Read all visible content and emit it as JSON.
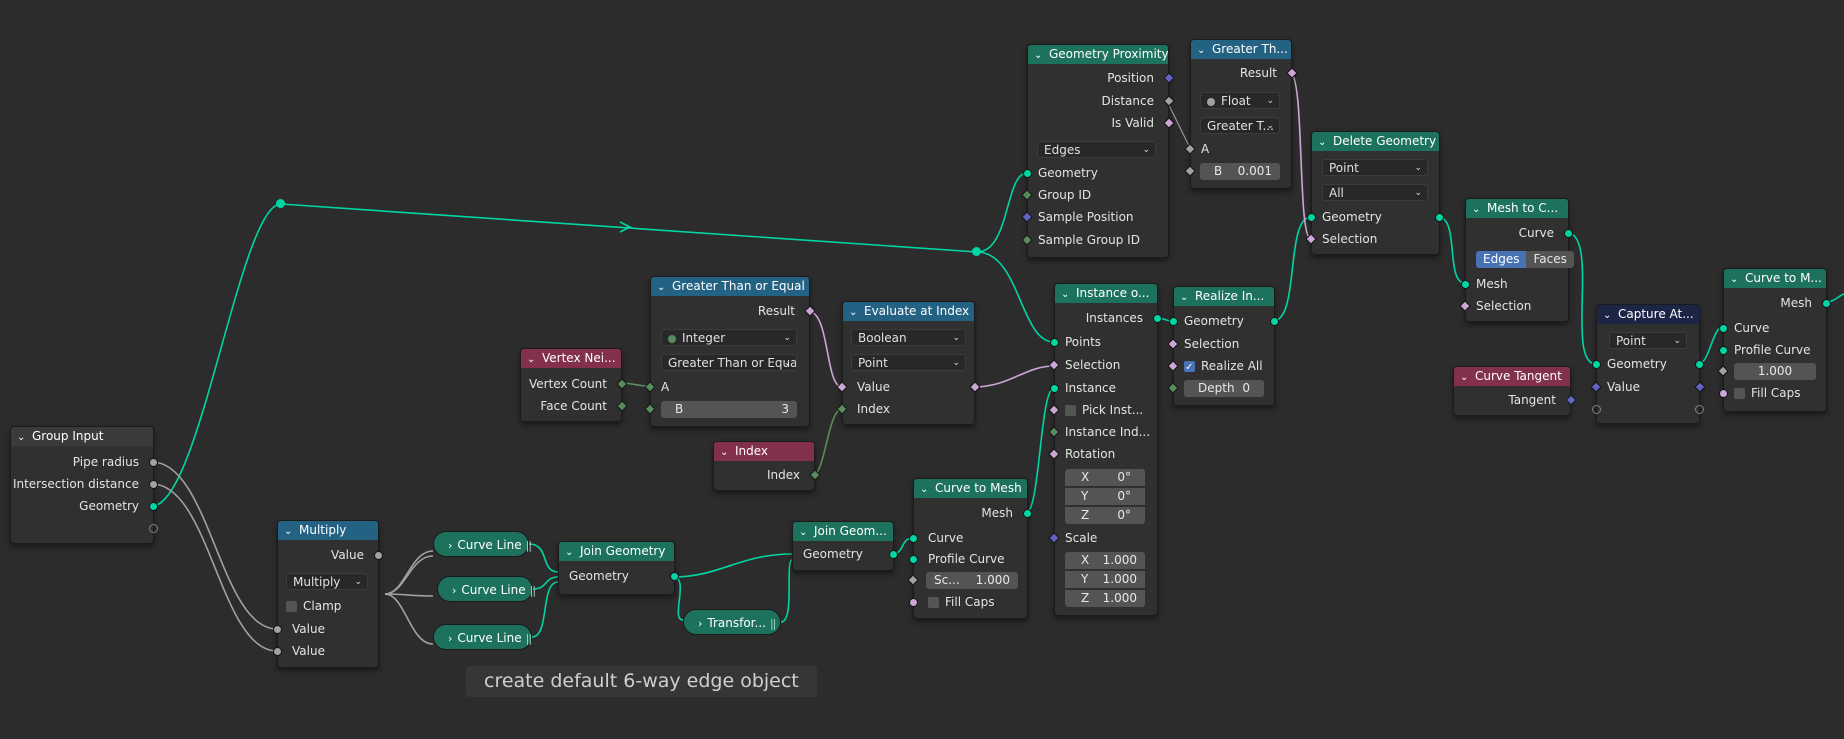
{
  "colors": {
    "geometry_wire": "#00d6a3",
    "boolean_wire": "#cca6d6",
    "float_wire": "#a1a1a1",
    "int_wire": "#598c5c",
    "geometry_header": "#1d725e",
    "utility_header": "#246283",
    "input_header": "#83314a",
    "selection_highlight": "#4772b3"
  },
  "frame": {
    "label": "create default 6-way edge object"
  },
  "nodes": {
    "group_input": {
      "title": "Group Input",
      "pipe_radius": "Pipe radius",
      "intersection_distance": "Intersection distance",
      "geometry": "Geometry"
    },
    "multiply": {
      "title": "Multiply",
      "value_out": "Value",
      "operation": "Multiply",
      "clamp": "Clamp",
      "value_a": "Value",
      "value_b": "Value"
    },
    "curve_line_1": {
      "title": "Curve Line"
    },
    "curve_line_2": {
      "title": "Curve Line"
    },
    "curve_line_3": {
      "title": "Curve Line"
    },
    "transform": {
      "title": "Transfor..."
    },
    "join_geometry_1": {
      "title": "Join Geometry",
      "geometry": "Geometry"
    },
    "join_geometry_2": {
      "title": "Join Geom...",
      "geometry": "Geometry"
    },
    "curve_to_mesh_1": {
      "title": "Curve to Mesh",
      "mesh": "Mesh",
      "curve": "Curve",
      "profile_curve": "Profile Curve",
      "scale_label": "Sc...",
      "scale_value": "1.000",
      "fill_caps": "Fill Caps"
    },
    "vertex_neighbors": {
      "title": "Vertex Nei...",
      "vertex_count": "Vertex Count",
      "face_count": "Face Count"
    },
    "greater_equal": {
      "title": "Greater Than or Equal",
      "result": "Result",
      "data_type": "Integer",
      "operation": "Greater Than or Equal",
      "a": "A",
      "b_label": "B",
      "b_value": "3"
    },
    "index": {
      "title": "Index",
      "index": "Index"
    },
    "evaluate_at_index": {
      "title": "Evaluate at Index",
      "data_type": "Boolean",
      "domain": "Point",
      "value": "Value",
      "index": "Index"
    },
    "geometry_proximity": {
      "title": "Geometry Proximity",
      "position": "Position",
      "distance": "Distance",
      "is_valid": "Is Valid",
      "target": "Edges",
      "geometry": "Geometry",
      "group_id": "Group ID",
      "sample_position": "Sample Position",
      "sample_group_id": "Sample Group ID"
    },
    "greater_than": {
      "title": "Greater Th...",
      "result": "Result",
      "data_type": "Float",
      "operation": "Greater T...",
      "a": "A",
      "b_label": "B",
      "b_value": "0.001"
    },
    "instance_on_points": {
      "title": "Instance o...",
      "instances": "Instances",
      "points": "Points",
      "selection": "Selection",
      "instance": "Instance",
      "pick_instance": "Pick Inst...",
      "instance_index": "Instance Ind...",
      "rotation": "Rotation",
      "rot_x_label": "X",
      "rot_x": "0°",
      "rot_y_label": "Y",
      "rot_y": "0°",
      "rot_z_label": "Z",
      "rot_z": "0°",
      "scale": "Scale",
      "scale_x_label": "X",
      "scale_x": "1.000",
      "scale_y_label": "Y",
      "scale_y": "1.000",
      "scale_z_label": "Z",
      "scale_z": "1.000"
    },
    "realize_instances": {
      "title": "Realize In...",
      "geometry": "Geometry",
      "selection": "Selection",
      "realize_all": "Realize All",
      "depth_label": "Depth",
      "depth_value": "0"
    },
    "delete_geometry": {
      "title": "Delete Geometry",
      "domain": "Point",
      "mode": "All",
      "geometry": "Geometry",
      "selection": "Selection"
    },
    "mesh_to_curve": {
      "title": "Mesh to C...",
      "curve": "Curve",
      "mode_edges": "Edges",
      "mode_faces": "Faces",
      "mesh": "Mesh",
      "selection": "Selection"
    },
    "curve_tangent": {
      "title": "Curve Tangent",
      "tangent": "Tangent"
    },
    "capture_attribute": {
      "title": "Capture At...",
      "domain": "Point",
      "geometry": "Geometry",
      "value": "Value"
    },
    "curve_to_mesh_2": {
      "title": "Curve to M...",
      "mesh": "Mesh",
      "curve": "Curve",
      "profile_curve": "Profile Curve",
      "scale_value": "1.000",
      "fill_caps": "Fill Caps"
    }
  }
}
